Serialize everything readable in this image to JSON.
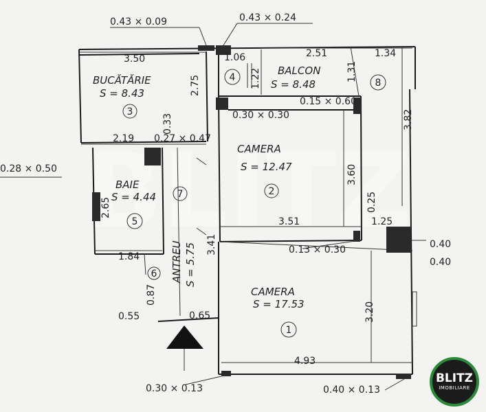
{
  "plan": {
    "rooms": [
      {
        "id": "bucatarie",
        "name": "BUCĂTĂRIE",
        "area": "S = 8.43",
        "number": "3"
      },
      {
        "id": "balcon",
        "name": "BALCON",
        "area": "S = 8.48",
        "number": "8"
      },
      {
        "id": "camera2",
        "name": "CAMERA",
        "area": "S = 12.47",
        "number": "2"
      },
      {
        "id": "baie",
        "name": "BAIE",
        "area": "S = 4.44",
        "number": "5"
      },
      {
        "id": "antreu",
        "name": "ANTREU",
        "area": "S = 5.75",
        "number": "7"
      },
      {
        "id": "camera1",
        "name": "CAMERA",
        "area": "S = 17.53",
        "number": "1"
      },
      {
        "id": "room4",
        "number": "4"
      },
      {
        "id": "room6",
        "number": "6"
      }
    ],
    "dimensions": {
      "d_350": "3.50",
      "d_106": "1.06",
      "d_251": "2.51",
      "d_134": "1.34",
      "d_275": "2.75",
      "d_122": "1.22",
      "d_131": "1.31",
      "d_382": "3.82",
      "d_219": "2.19",
      "d_033": "0.33",
      "d_360": "3.60",
      "d_351": "3.51",
      "d_125": "1.25",
      "d_025": "0.25",
      "d_184": "1.84",
      "d_265": "2.65",
      "d_341": "3.41",
      "d_320": "3.20",
      "d_493": "4.93",
      "d_065": "0.65",
      "d_087": "0.87",
      "d_055": "0.55"
    },
    "pillars": {
      "p_043_009": "0.43 × 0.09",
      "p_043_024": "0.43 × 0.24",
      "p_015_060": "0.15 × 0.60",
      "p_030_030": "0.30 × 0.30",
      "p_027_047": "0.27 × 0.47",
      "p_028_050": "0.28 × 0.50",
      "p_013_030": "0.13 × 0.30",
      "p_040_a": "0.40",
      "p_040_b": "0.40",
      "p_030_013": "0.30 × 0.13",
      "p_040_013": "0.40 × 0.13"
    }
  },
  "brand": {
    "name": "BLITZ",
    "tagline": "IMOBILIARE",
    "watermark": "BLITZ",
    "accent": "#2a8a3a"
  }
}
